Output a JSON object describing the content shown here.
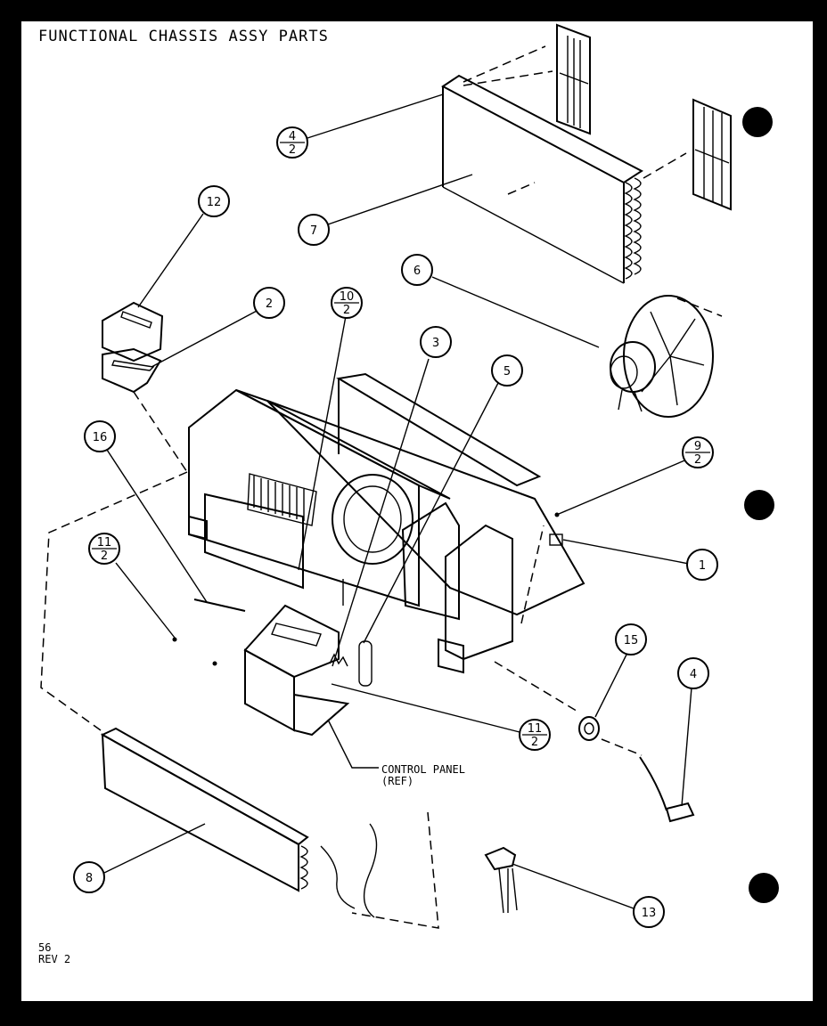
{
  "title": "FUNCTIONAL CHASSIS ASSY PARTS",
  "footer": {
    "page": "56",
    "rev": "REV 2"
  },
  "control_panel_label": {
    "line1": "CONTROL PANEL",
    "line2": "(REF)"
  },
  "callouts": [
    {
      "id": "c-4-2",
      "top": "4",
      "bottom": "2"
    },
    {
      "id": "c-7",
      "text": "7"
    },
    {
      "id": "c-12",
      "text": "12"
    },
    {
      "id": "c-2",
      "text": "2"
    },
    {
      "id": "c-10-2",
      "top": "10",
      "bottom": "2"
    },
    {
      "id": "c-3",
      "text": "3"
    },
    {
      "id": "c-5",
      "text": "5"
    },
    {
      "id": "c-6",
      "text": "6"
    },
    {
      "id": "c-16",
      "text": "16"
    },
    {
      "id": "c-9-2",
      "top": "9",
      "bottom": "2"
    },
    {
      "id": "c-1",
      "text": "1"
    },
    {
      "id": "c-11-2a",
      "top": "11",
      "bottom": "2"
    },
    {
      "id": "c-15",
      "text": "15"
    },
    {
      "id": "c-4",
      "text": "4"
    },
    {
      "id": "c-11-2b",
      "top": "11",
      "bottom": "2"
    },
    {
      "id": "c-8",
      "text": "8"
    },
    {
      "id": "c-13",
      "text": "13"
    }
  ]
}
